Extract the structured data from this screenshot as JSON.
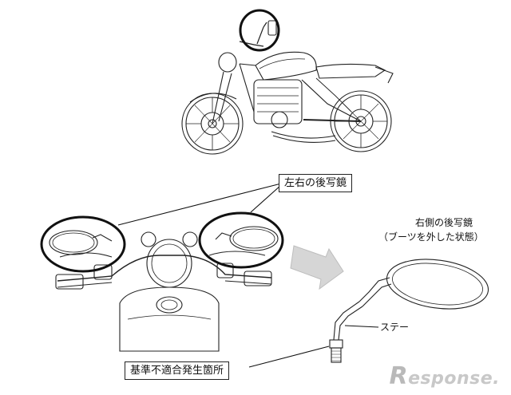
{
  "labels": {
    "left_right_mirrors": "左右の後写鏡",
    "right_mirror_title_1": "右側の後写鏡",
    "right_mirror_title_2": "（ブーツを外した状態）",
    "stay": "ステー",
    "nonconformity_location": "基準不適合発生箇所"
  },
  "watermark": {
    "text": "esponse.",
    "logo_letter": "R"
  }
}
